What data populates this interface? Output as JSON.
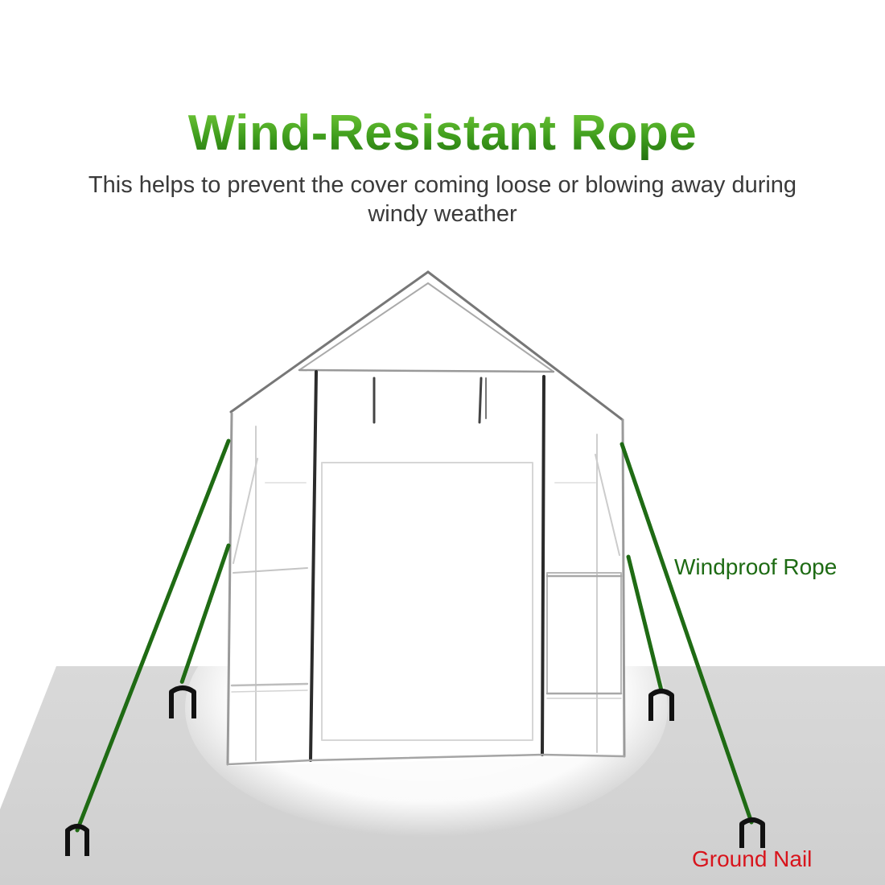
{
  "title": "Wind-Resistant Rope",
  "subtitle": "This helps to prevent the cover coming loose or blowing away during windy weather",
  "labels": {
    "windproof_rope": "Windproof Rope",
    "ground_nail": "Ground Nail"
  },
  "colors": {
    "title_green": "#3e9e1c",
    "rope_green": "#1f6b14",
    "nail_black": "#111111",
    "ground_gray": "#d4d4d4",
    "label_red": "#d8141c"
  }
}
